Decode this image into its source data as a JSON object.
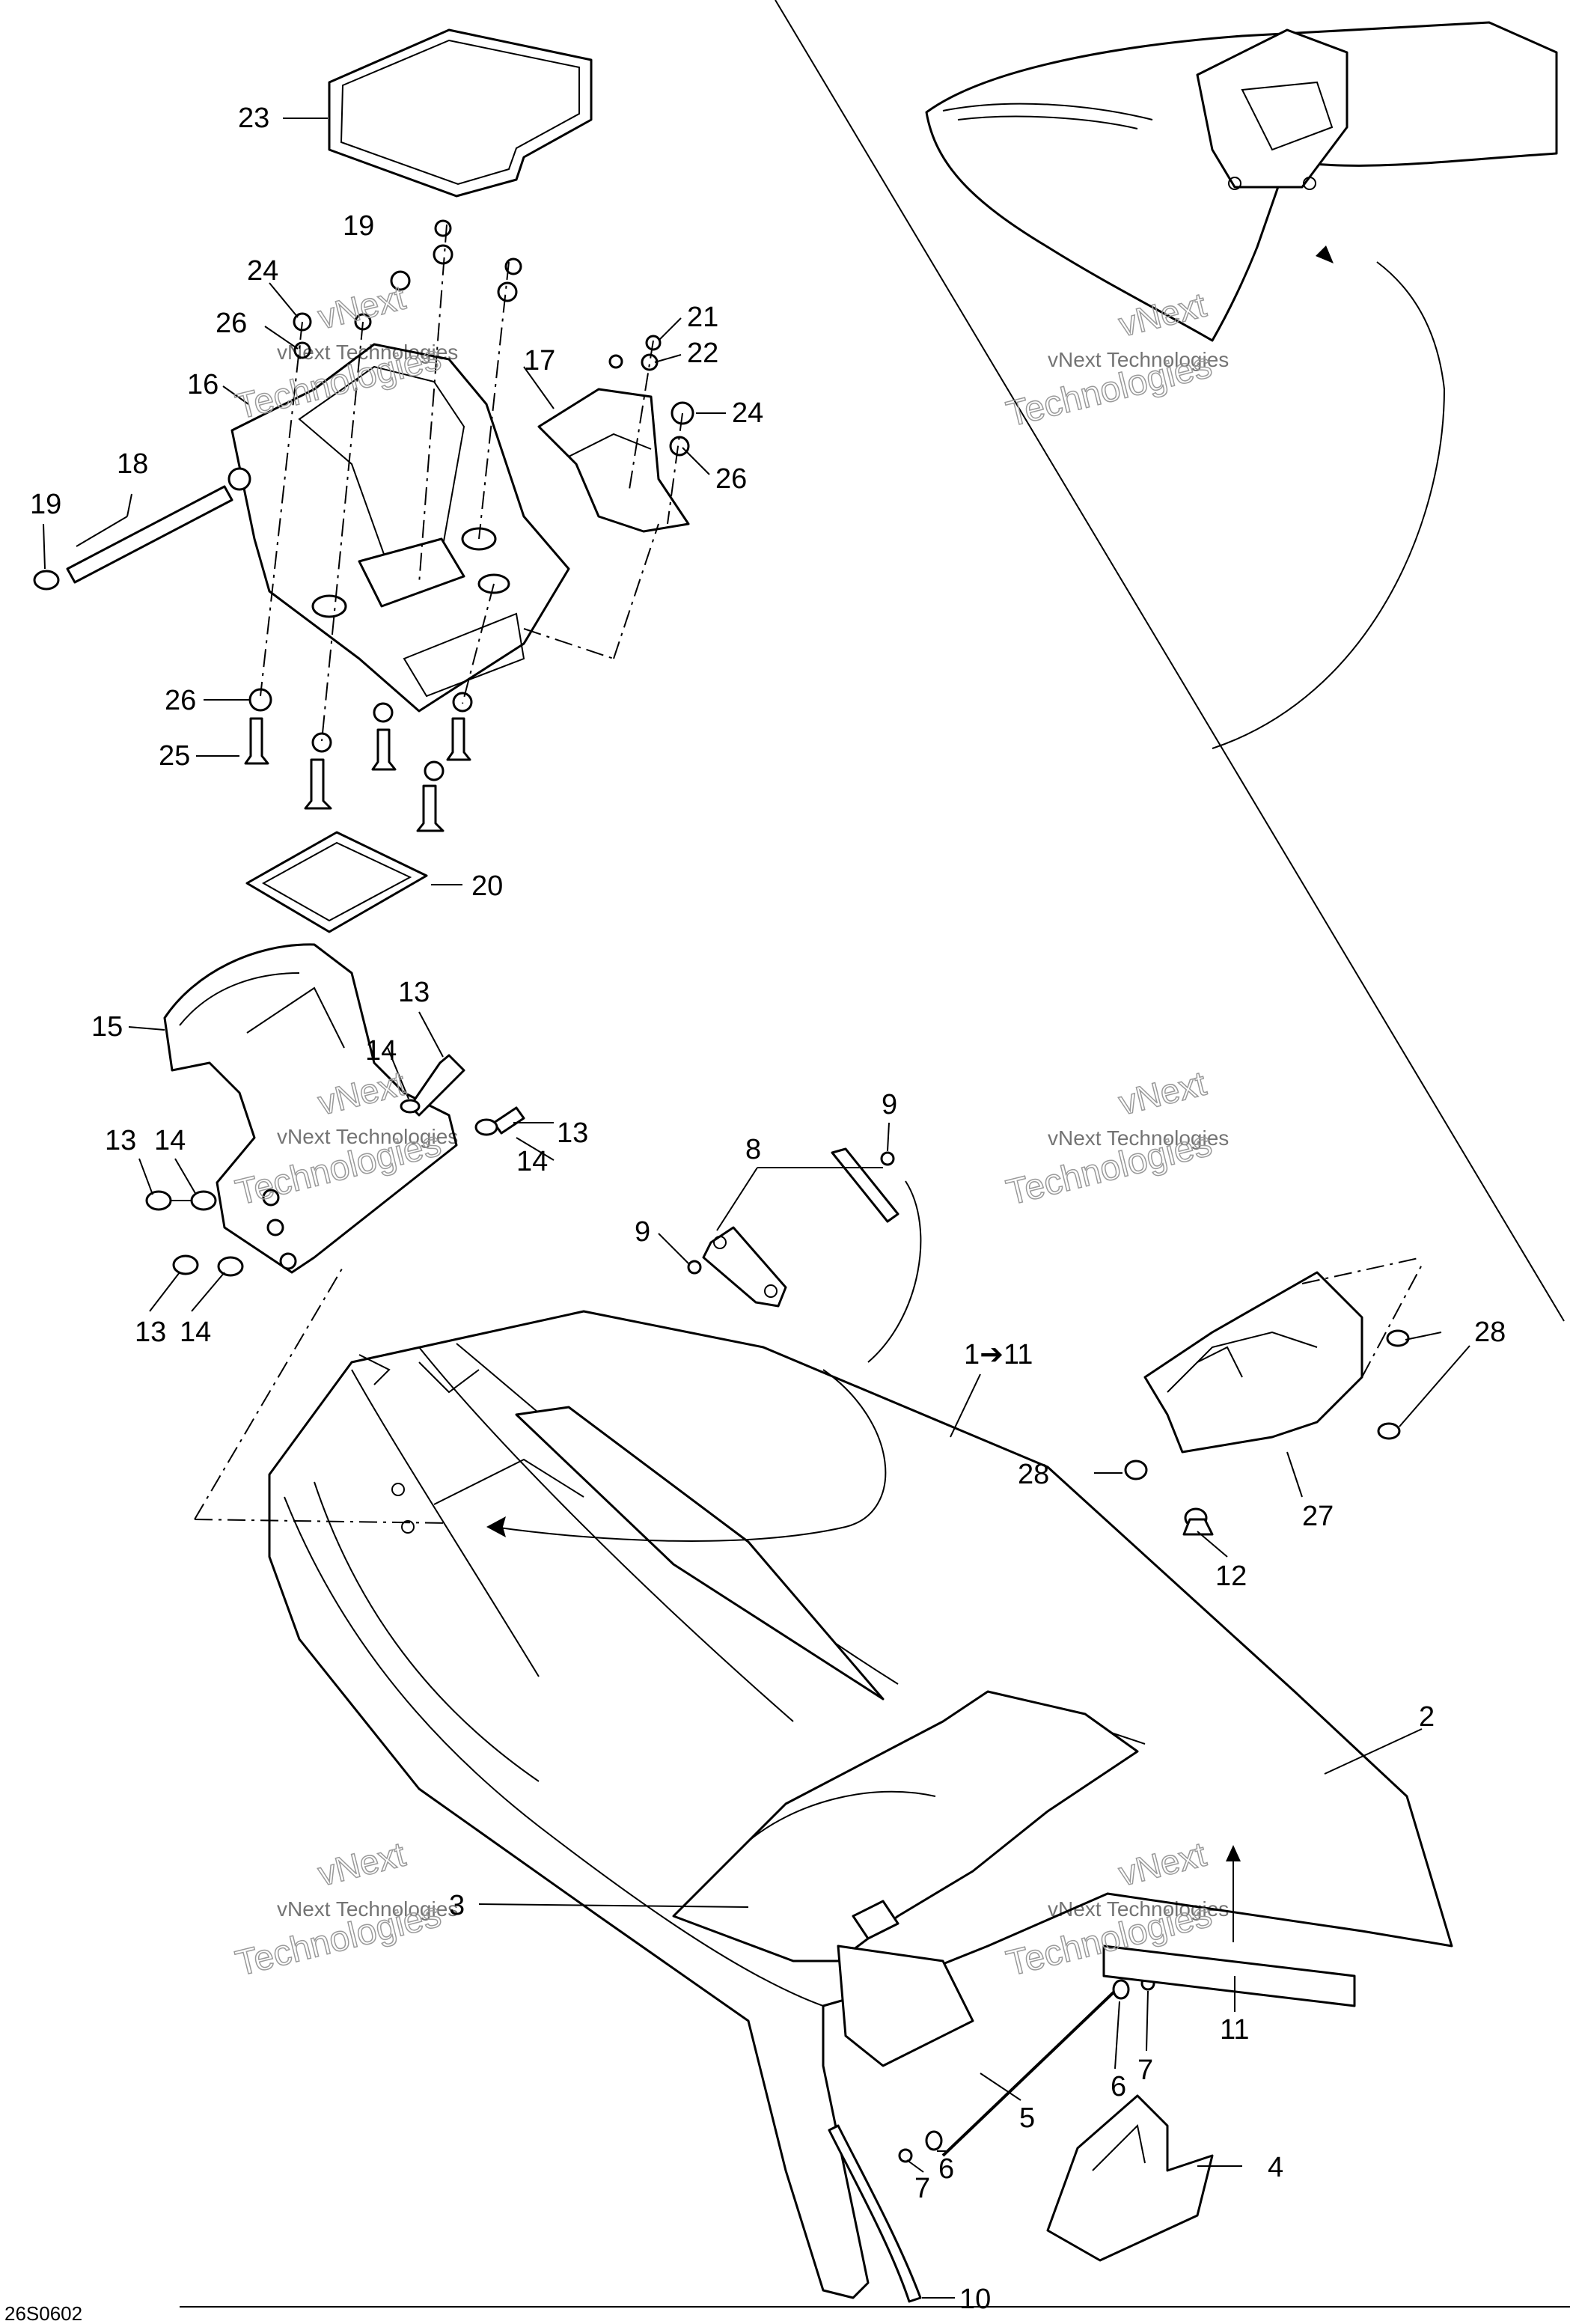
{
  "callouts": {
    "c1_11": "1➔11",
    "c2": "2",
    "c3": "3",
    "c4": "4",
    "c5": "5",
    "c6a": "6",
    "c6b": "6",
    "c7a": "7",
    "c7b": "7",
    "c8": "8",
    "c9a": "9",
    "c9b": "9",
    "c10": "10",
    "c11": "11",
    "c12": "12",
    "c13a": "13",
    "c13b": "13",
    "c13c": "13",
    "c13d": "13",
    "c14a": "14",
    "c14b": "14",
    "c14c": "14",
    "c14d": "14",
    "c15": "15",
    "c16": "16",
    "c17": "17",
    "c18": "18",
    "c19a": "19",
    "c19b": "19",
    "c20": "20",
    "c21": "21",
    "c22": "22",
    "c23": "23",
    "c24a": "24",
    "c24b": "24",
    "c25": "25",
    "c26a": "26",
    "c26b": "26",
    "c26c": "26",
    "c27": "27",
    "c28a": "28",
    "c28b": "28"
  },
  "watermark": {
    "brand": "vNext",
    "line": "vNext Technologies",
    "sub": "Technologies"
  },
  "figure_code": "26S0602"
}
